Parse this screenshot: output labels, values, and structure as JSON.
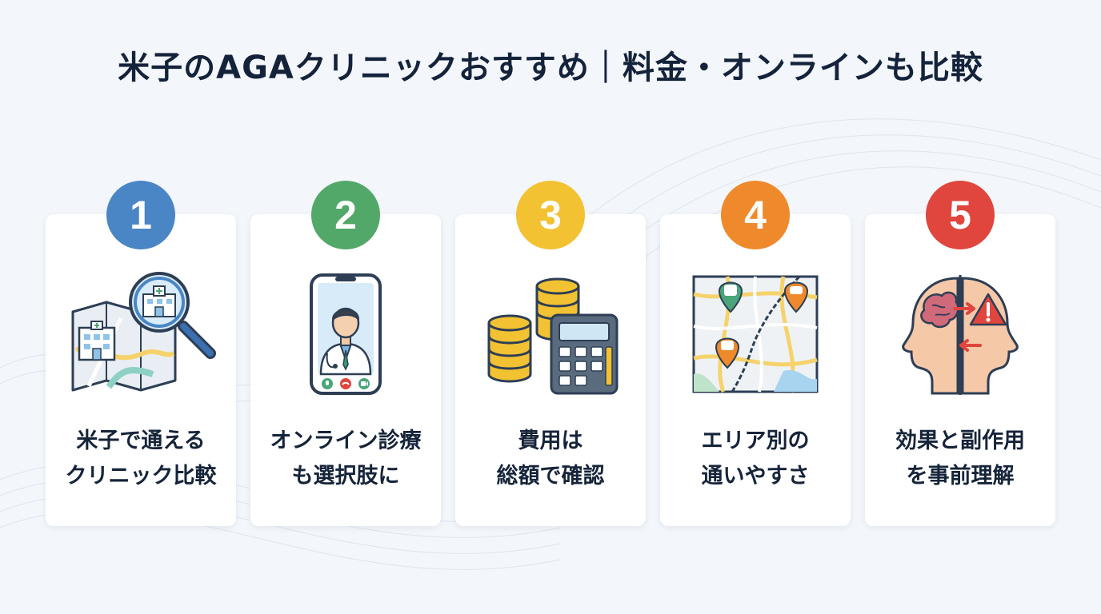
{
  "title": "米子のAGAクリニックおすすめ｜料金・オンラインも比較",
  "colors": {
    "background": "#f3f6fa",
    "card": "#ffffff",
    "text": "#16243a",
    "badge_1": "#4a86c5",
    "badge_2": "#52a868",
    "badge_3": "#f2c232",
    "badge_4": "#ee8a2c",
    "badge_5": "#e0453e"
  },
  "cards": [
    {
      "number": "1",
      "icon": "map-clinic-search-icon",
      "line1": "米子で通える",
      "line2": "クリニック比較"
    },
    {
      "number": "2",
      "icon": "smartphone-doctor-video-call-icon",
      "line1": "オンライン診療",
      "line2": "も選択肢に"
    },
    {
      "number": "3",
      "icon": "coins-calculator-icon",
      "line1": "費用は",
      "line2": "総額で確認"
    },
    {
      "number": "4",
      "icon": "area-map-pins-icon",
      "line1": "エリア別の",
      "line2": "通いやすさ"
    },
    {
      "number": "5",
      "icon": "head-brain-warning-icon",
      "line1": "効果と副作用",
      "line2": "を事前理解"
    }
  ]
}
